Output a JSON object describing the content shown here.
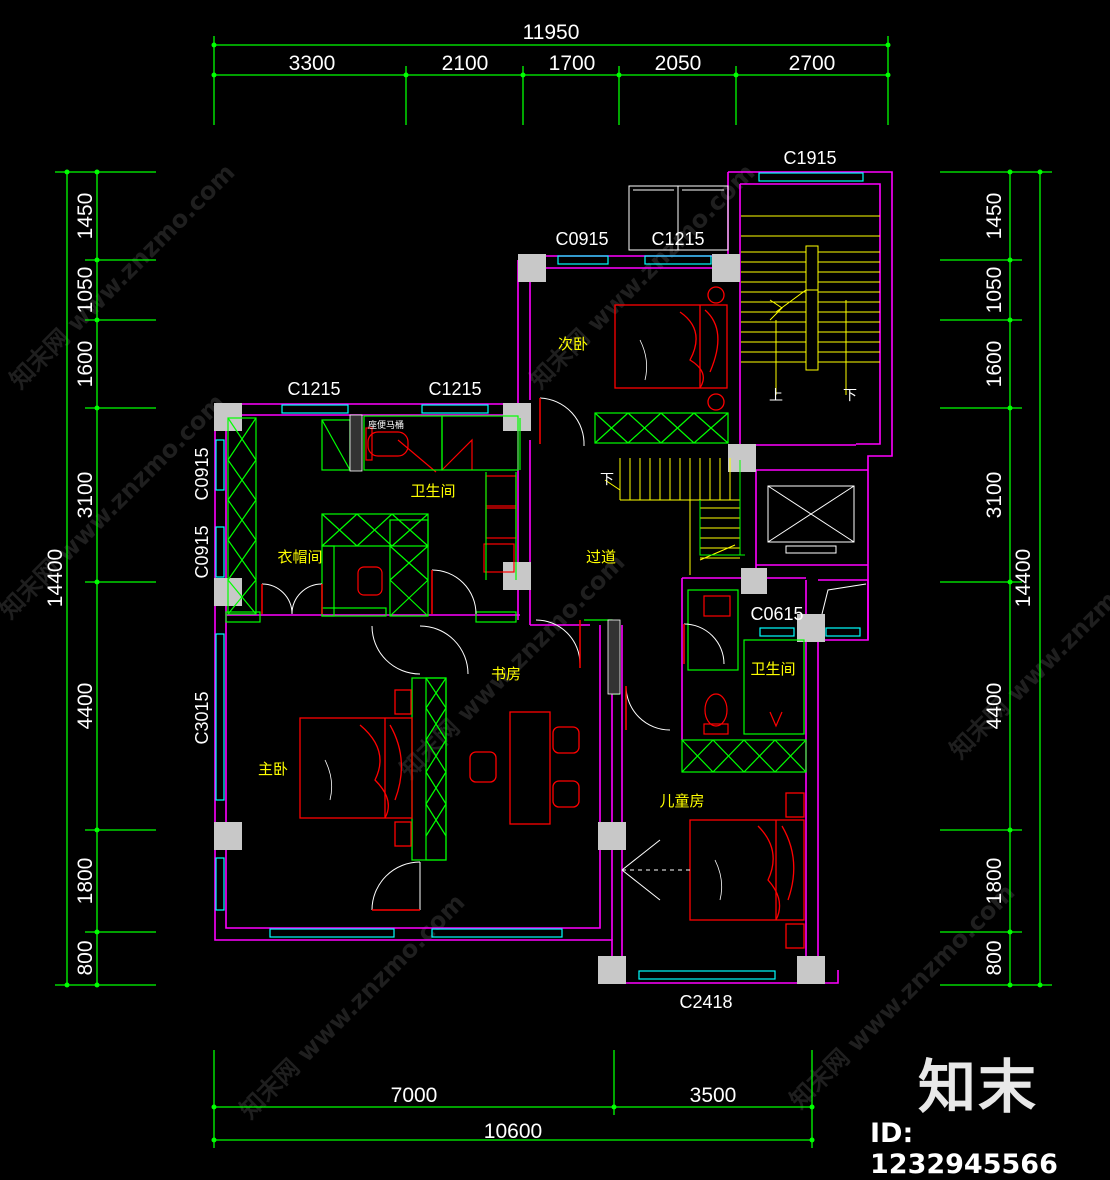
{
  "dimensions": {
    "top_total": "11950",
    "top": [
      "3300",
      "2100",
      "1700",
      "2050",
      "2700"
    ],
    "bottom": [
      "7000",
      "3500"
    ],
    "bottom_total": "10600",
    "left": [
      "1450",
      "1050",
      "1600",
      "3100",
      "4400",
      "1800",
      "800"
    ],
    "left_total": "14400",
    "right": [
      "1450",
      "1050",
      "1600",
      "3100",
      "4400",
      "1800",
      "800"
    ],
    "right_total": "14400"
  },
  "rooms": {
    "second_bedroom": "次卧",
    "bathroom_1": "卫生间",
    "closet": "衣帽间",
    "corridor": "过道",
    "study": "书房",
    "master_bedroom": "主卧",
    "bathroom_2": "卫生间",
    "kids_room": "儿童房"
  },
  "windows": {
    "w_c1915": "C1915",
    "w_c0915_top": "C0915",
    "w_c1215_top": "C1215",
    "w_c1215_a": "C1215",
    "w_c1215_b": "C1215",
    "w_c0915_left_a": "C0915",
    "w_c0915_left_b": "C0915",
    "w_c0615": "C0615",
    "w_c3015": "C3015",
    "w_c2418": "C2418"
  },
  "fixtures": {
    "toilet_label": "座便马桶",
    "stair_up": "上",
    "stair_down": "下",
    "stair_down_2": "下"
  },
  "watermark": {
    "brand": "知末",
    "id": "ID: 1232945566",
    "pattern": "知末网 www.znzmo.com"
  },
  "colors": {
    "dim_line": "#00ff00",
    "wall": "#ff00ff",
    "furniture": "#ff0000",
    "window": "#00ffff",
    "column": "#c0c0c0",
    "stair": "#ffff00",
    "label": "#ffff00"
  }
}
